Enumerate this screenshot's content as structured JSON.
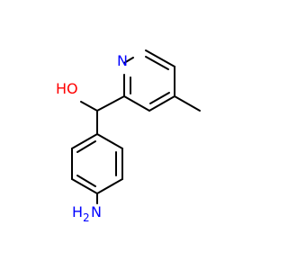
{
  "molecule": {
    "atom_labels": {
      "hydroxyl": "HO",
      "pyridine_nitrogen": "N",
      "amine_h": "H",
      "amine_sub": "2",
      "amine_n": "N"
    },
    "colors": {
      "bond": "#000000",
      "oxygen": "#ff0000",
      "nitrogen": "#0000ff"
    }
  }
}
